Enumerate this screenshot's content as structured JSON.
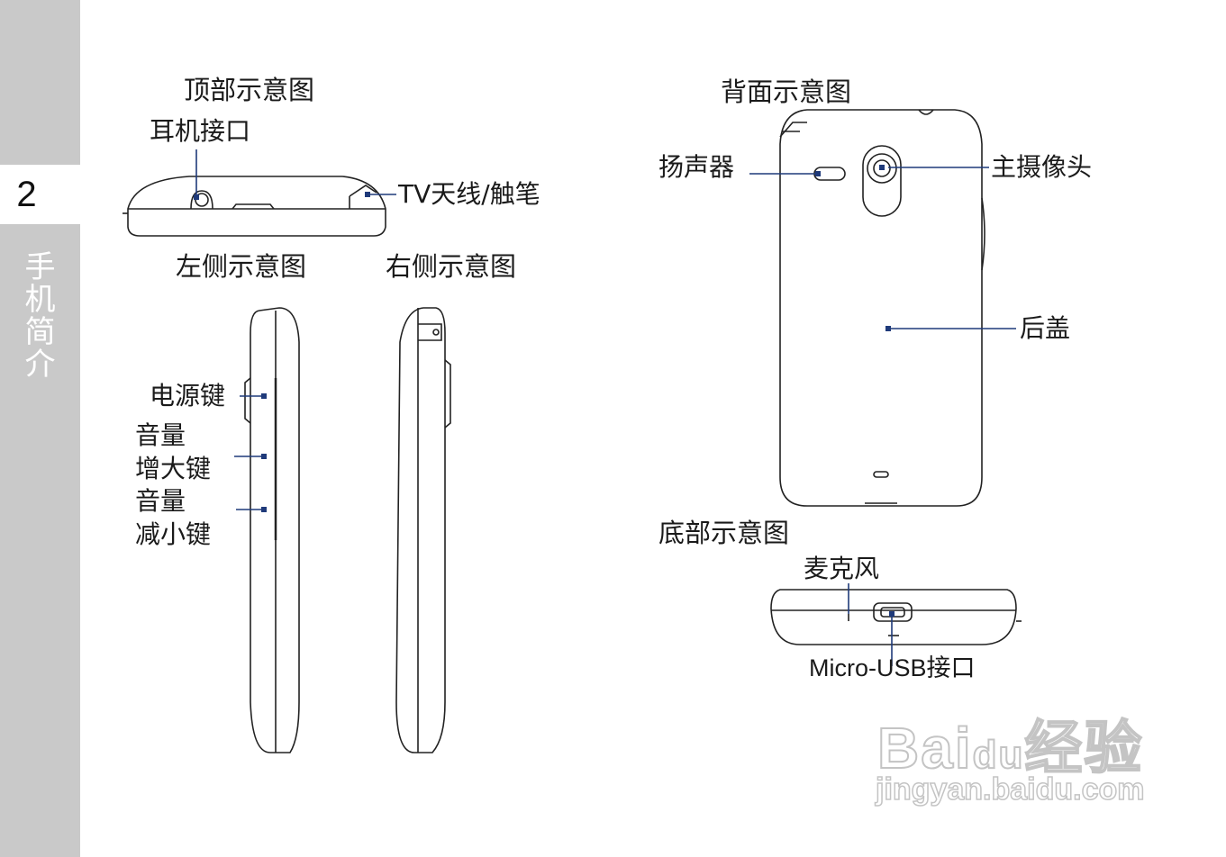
{
  "sidebar": {
    "page_number": "2",
    "section_title": "手机简介"
  },
  "views": {
    "top": {
      "heading": "顶部示意图",
      "headphone_jack": "耳机接口",
      "tv_antenna": "TV天线/触笔"
    },
    "left": {
      "heading": "左侧示意图",
      "power_key": "电源键",
      "volume_up": [
        "音量",
        "增大键"
      ],
      "volume_down": [
        "音量",
        "减小键"
      ]
    },
    "right": {
      "heading": "右侧示意图"
    },
    "back": {
      "heading": "背面示意图",
      "speaker": "扬声器",
      "main_camera": "主摄像头",
      "back_cover": "后盖"
    },
    "bottom": {
      "heading": "底部示意图",
      "microphone": "麦克风",
      "usb_port": "Micro-USB接口"
    }
  },
  "watermark": {
    "logo": "Bai du 经验",
    "url": "jingyan.baidu.com"
  },
  "colors": {
    "sidebar": "#c9c9c9",
    "callout": "#1f3a7a",
    "outline": "#222222"
  }
}
